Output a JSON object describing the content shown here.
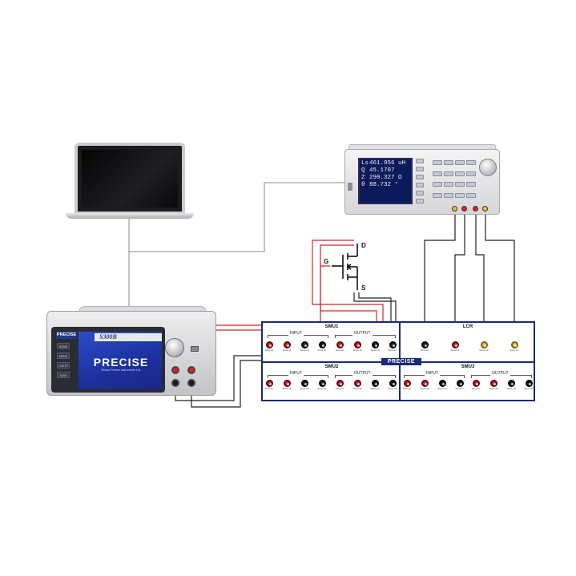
{
  "lcr_meter": {
    "readings": [
      {
        "param": "Ls",
        "value": "461.956",
        "unit": "uH"
      },
      {
        "param": "Q",
        "value": "45.1707",
        "unit": ""
      },
      {
        "param": "Z",
        "value": "290.327",
        "unit": "Ω"
      },
      {
        "param": "θ",
        "value": "88.732",
        "unit": "°"
      }
    ]
  },
  "smu_instrument": {
    "brand": "PRECISE",
    "model": "S300B",
    "logo": "PRECISE",
    "buttons": [
      "HOME",
      "MENU",
      "LIMITS",
      "SAVE"
    ],
    "screen_subtitle": "Wuhan Precise Instruments Ltd."
  },
  "fixture": {
    "brand_band": "PRECISE",
    "smu1": {
      "title": "SMU1",
      "input_label": "INPUT",
      "output_label": "OUTPUT"
    },
    "smu2": {
      "title": "SMU2",
      "input_label": "INPUT",
      "output_label": "OUTPUT"
    },
    "smu3": {
      "title": "SMU3",
      "input_label": "INPUT",
      "output_label": "OUTPUT"
    },
    "lcr": {
      "title": "LCR"
    },
    "jack_captions": [
      "Force HI",
      "Sense HI",
      "Sense LO",
      "Force LO"
    ]
  },
  "mosfet": {
    "gate": "G",
    "drain": "D",
    "source": "S"
  },
  "colors": {
    "board_border": "#1a2a78",
    "wire_red": "#d8202f",
    "wire_black": "#222222",
    "wire_gray": "#777777"
  }
}
